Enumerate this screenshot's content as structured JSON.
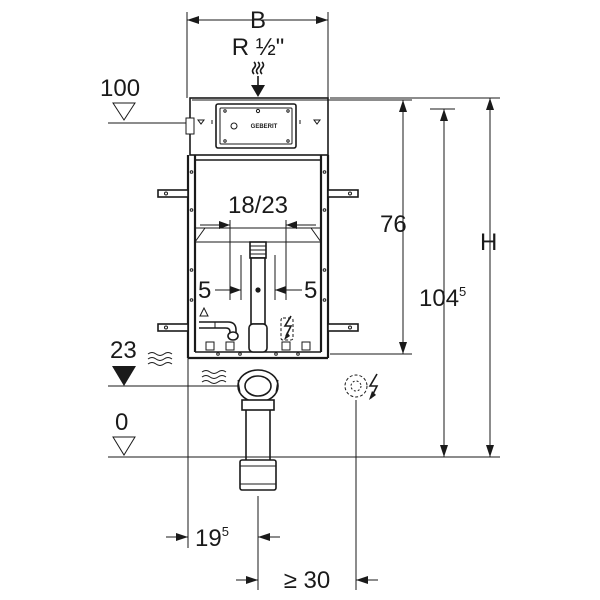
{
  "dimensions": {
    "width_label": "B",
    "connection_label": "R ½\"",
    "level_top": "100",
    "level_mid": "23",
    "level_floor": "0",
    "center_spacing": "18/23",
    "offset_left": "5",
    "offset_right": "5",
    "height_76": "76",
    "height_104": "104",
    "height_104_sup": "5",
    "height_total": "H",
    "offset_bottom": "19",
    "offset_bottom_sup": "5",
    "min_clearance": "≥ 30"
  },
  "brand_text": "GEBERIT",
  "colors": {
    "line": "#1a1a1a",
    "background": "#ffffff"
  }
}
